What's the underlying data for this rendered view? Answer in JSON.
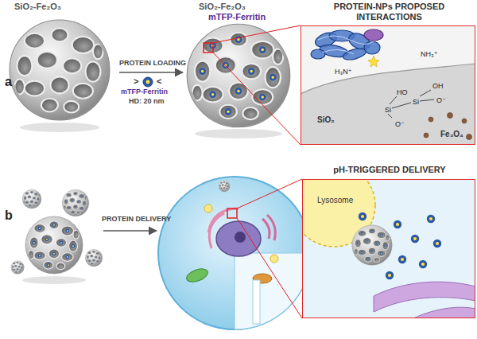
{
  "diagram": {
    "nodes": [
      {
        "text": [
          "PROTEIN-NPs PROPOSED INTERACTIONS",
          "NH₃⁺",
          "H₃N⁺",
          "OH",
          "HO",
          "Si",
          "Si",
          "O⁻",
          "O⁻",
          "SiO₂",
          "Fe₃O₄"
        ]
      },
      {
        "text": [
          "pH-TRIGGERED DELIVERY",
          "Lysosome"
        ]
      }
    ],
    "labels": [
      "SiO₂-Fe₂O₃",
      "a",
      "PROTEIN LOADING",
      ">",
      "<",
      "mTFP-Ferritin",
      "HD: 20 nm",
      "SiO₂-Fe₂O₃",
      "mTFP-Ferritin",
      "b",
      "PROTEIN DELIVERY"
    ]
  }
}
